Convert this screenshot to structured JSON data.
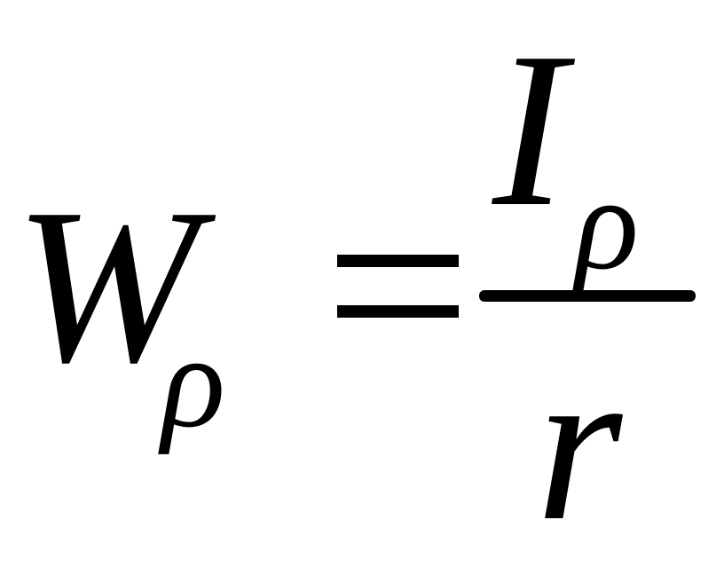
{
  "formula": {
    "lhs": {
      "symbol": "W",
      "subscript": "ρ"
    },
    "operator": "=",
    "numerator": {
      "symbol": "I",
      "subscript": "ρ"
    },
    "denominator": {
      "symbol": "r"
    }
  },
  "colors": {
    "ink": "#000000",
    "background": "#ffffff"
  }
}
